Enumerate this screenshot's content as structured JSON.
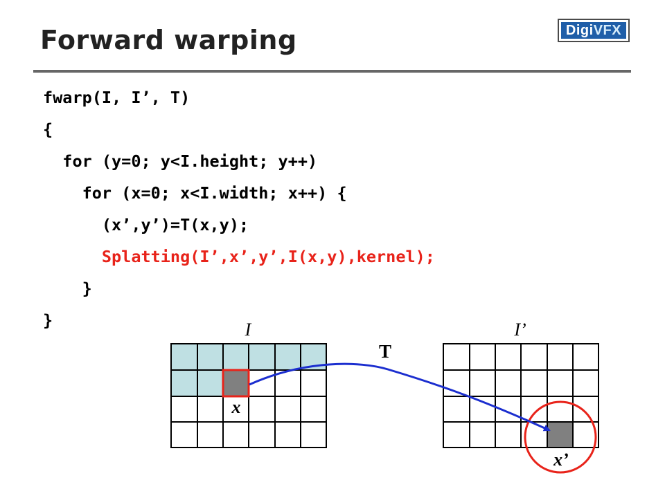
{
  "slide": {
    "title": "Forward warping",
    "logo": {
      "part1": "Digi",
      "part2": "VFX",
      "color": "#1f5ea8"
    },
    "code": [
      "fwarp(I, I’, T)",
      "{",
      "  for (y=0; y<I.height; y++)",
      "    for (x=0; x<I.width; x++) {",
      "      (x’,y’)=T(x,y);",
      "      Splatting(I’,x’,y’,I(x,y),kernel);",
      "    }",
      "}"
    ],
    "highlight_color": "#e8231a"
  },
  "diagram": {
    "source_label": "I",
    "target_label": "I’",
    "transform_label": "T",
    "source_pixel_label": "x",
    "target_pixel_label": "x’",
    "grid_cols": 6,
    "grid_rows": 4,
    "colors": {
      "visited_fill": "#bfe0e3",
      "current_fill": "#808080",
      "marker": "#e8231a",
      "arrow": "#1b2ecf"
    }
  }
}
